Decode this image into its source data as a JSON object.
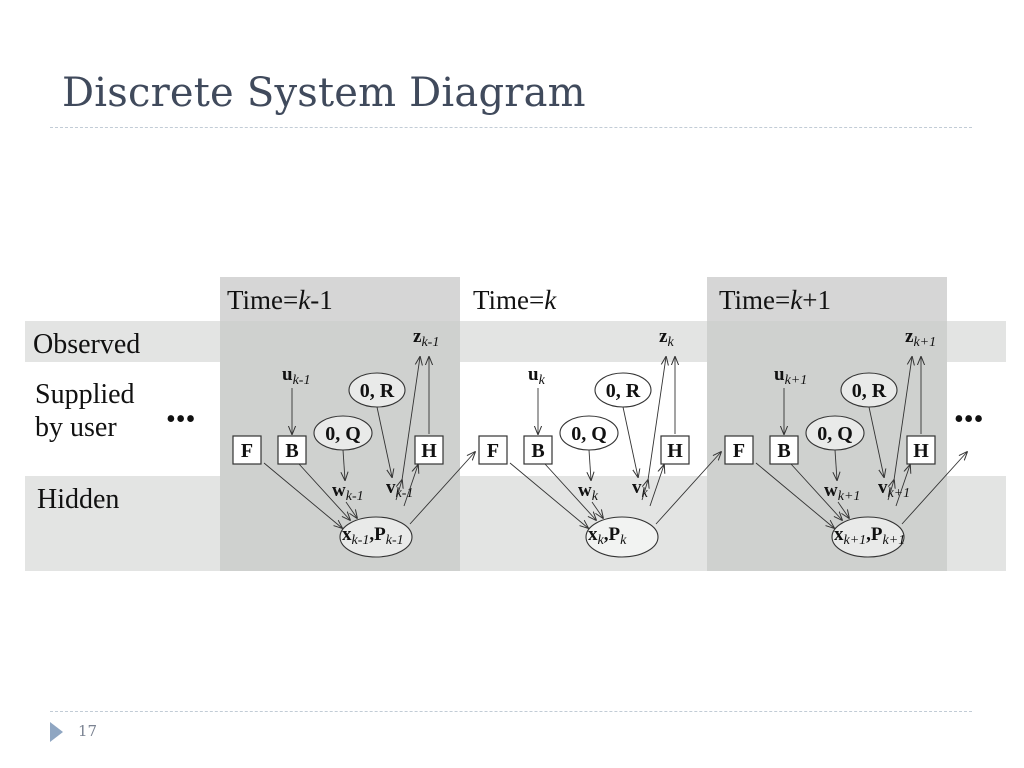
{
  "slide": {
    "title": "Discrete System Diagram",
    "page_number": "17"
  },
  "diagram": {
    "row_labels": {
      "observed": "Observed",
      "supplied_line1": "Supplied",
      "supplied_line2": "by user",
      "hidden": "Hidden"
    },
    "ellipsis": "•••",
    "time_prefix": "Time=",
    "blocks": [
      {
        "time_k": "k",
        "time_suffix": "-1",
        "sub": "k-1"
      },
      {
        "time_k": "k",
        "time_suffix": "",
        "sub": "k"
      },
      {
        "time_k": "k",
        "time_suffix": "+1",
        "sub": "k+1"
      }
    ],
    "symbols": {
      "F": "F",
      "B": "B",
      "H": "H",
      "noise_R": "0, R",
      "noise_Q": "0, Q",
      "u": "u",
      "w": "w",
      "v": "v",
      "z": "z",
      "x": "x",
      "P": "P",
      "comma": ","
    },
    "colors": {
      "band_light": "#e3e4e3",
      "column_dark": "#cfd1cf",
      "column_header": "#d6d6d6",
      "title": "#404a5c",
      "rule": "#c2ccd6",
      "marker": "#8fa6c2"
    }
  }
}
